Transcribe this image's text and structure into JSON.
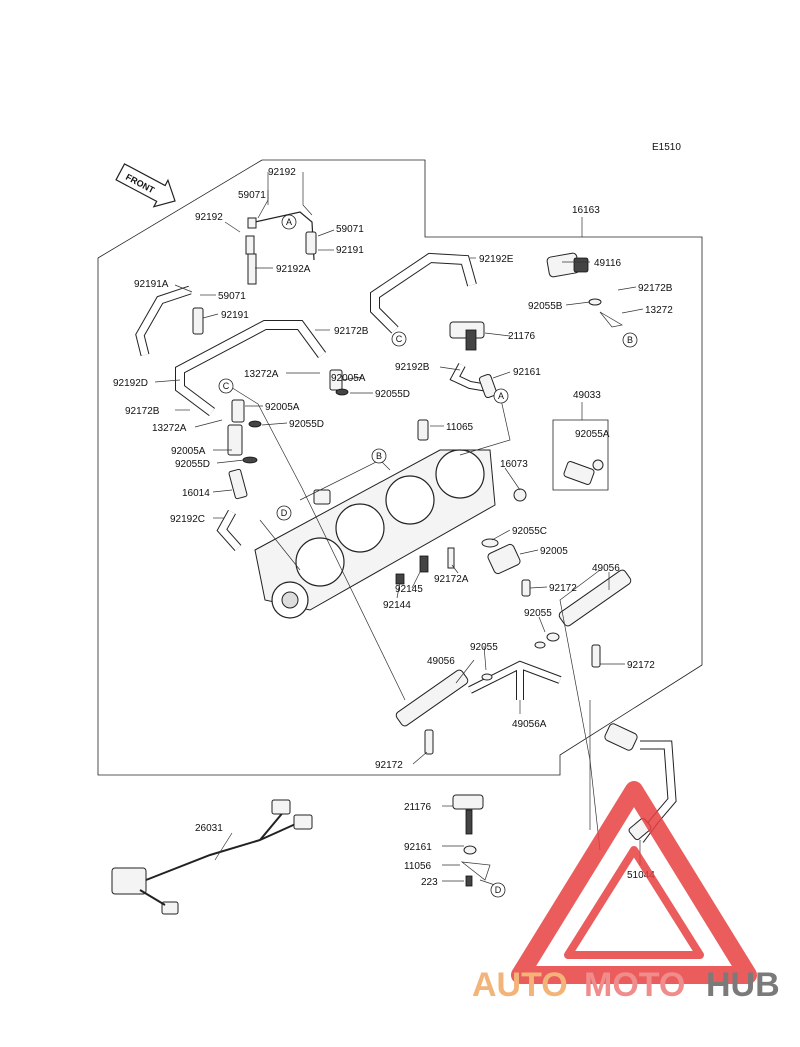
{
  "diagram_code": "E1510",
  "front_label": "FRONT",
  "watermark": {
    "brand_part1": "AUTO",
    "brand_part2": "MOTO",
    "brand_part3": "HUB",
    "color_part1": "#f2b478",
    "color_part2": "#f08c8c",
    "color_part3": "#7a7a7a",
    "triangle_color": "#e84040"
  },
  "callout_letters": {
    "a": "A",
    "b": "B",
    "c": "C",
    "d": "D"
  },
  "parts": {
    "p92192_top": "92192",
    "p59071_a": "59071",
    "p92192_b": "92192",
    "p59071_b": "59071",
    "p92191_a": "92191",
    "p92192A": "92192A",
    "p92191A": "92191A",
    "p59071_c": "59071",
    "p92191_b": "92191",
    "p16163": "16163",
    "p92192E": "92192E",
    "p49116": "49116",
    "p92172B_a": "92172B",
    "p92055B": "92055B",
    "p13272": "13272",
    "p92172B_b": "92172B",
    "p21176_a": "21176",
    "p92192B": "92192B",
    "p92161_a": "92161",
    "p92192D": "92192D",
    "p13272A_a": "13272A",
    "p92005A_a": "92005A",
    "p92055D_a": "92055D",
    "p92172B_c": "92172B",
    "p92005A_b": "92005A",
    "p13272A_b": "13272A",
    "p92055D_b": "92055D",
    "p11065": "11065",
    "p49033": "49033",
    "p92055A": "92055A",
    "p92005A_c": "92005A",
    "p92055D_c": "92055D",
    "p16073": "16073",
    "p16014": "16014",
    "p92192C": "92192C",
    "p92055C": "92055C",
    "p92005": "92005",
    "p92172A": "92172A",
    "p92145": "92145",
    "p92144": "92144",
    "p92172_a": "92172",
    "p49056_a": "49056",
    "p92055_a": "92055",
    "p92055_b": "92055",
    "p49056_b": "49056",
    "p92172_b": "92172",
    "p49056A": "49056A",
    "p92172_c": "92172",
    "p21176_b": "21176",
    "p26031": "26031",
    "p92161_b": "92161",
    "p11056": "11056",
    "p223": "223",
    "p51044": "51044"
  }
}
